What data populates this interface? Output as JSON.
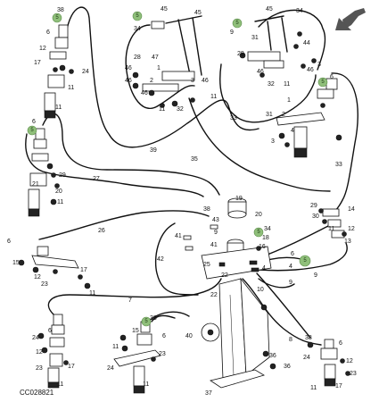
{
  "diagram_id": "CC028821",
  "highlight_callout": "5",
  "labels": {
    "l38a": "38",
    "l45a": "45",
    "l45b": "45",
    "l34a": "34",
    "l34b": "34",
    "l9a": "9",
    "l31a": "31",
    "l6a": "6",
    "l12a": "12",
    "l17a": "17",
    "l24a": "24",
    "l11a": "11",
    "l11b": "11",
    "l11c": "11",
    "l28a": "28",
    "l47": "47",
    "l46a": "46",
    "l1a": "1",
    "l46b": "46",
    "l32a": "32",
    "l2a": "2",
    "l3a": "3",
    "l3b": "3",
    "l11d": "11",
    "l44": "44",
    "l28b": "28",
    "l46c": "46",
    "l46d": "46",
    "l32b": "32",
    "l6b": "6",
    "l33a": "33",
    "l33b": "33",
    "l35": "35",
    "l39": "39",
    "l27": "27",
    "l26": "26",
    "l29a": "29",
    "l21": "21",
    "l11e": "11",
    "l20": "20",
    "l31b": "31",
    "l25": "25",
    "l14": "14",
    "l13": "13",
    "l19": "19",
    "l38b": "38",
    "l43": "43",
    "l9b": "9",
    "l42": "42",
    "l41": "41",
    "l34c": "34",
    "l18": "18",
    "l16": "16",
    "l22": "22",
    "l23a": "23",
    "l15": "15",
    "l4a": "4",
    "l7": "7",
    "l10": "10",
    "l8": "8",
    "l40": "40",
    "l36": "36",
    "l37": "37",
    "l17b": "17",
    "l24b": "24",
    "l12b": "12",
    "l23b": "23",
    "l11f": "11",
    "l11g": "11",
    "l38c": "38",
    "l1b": "1",
    "l29b": "29",
    "l6c": "6",
    "l30": "30",
    "l2b": "2",
    "l4b": "4",
    "l5": "5"
  },
  "colors": {
    "line": "#111111",
    "highlight_fill": "#8fbf7a",
    "background": "#ffffff"
  },
  "icons": {
    "orientation_arrow": "arrow-down-left-icon"
  }
}
